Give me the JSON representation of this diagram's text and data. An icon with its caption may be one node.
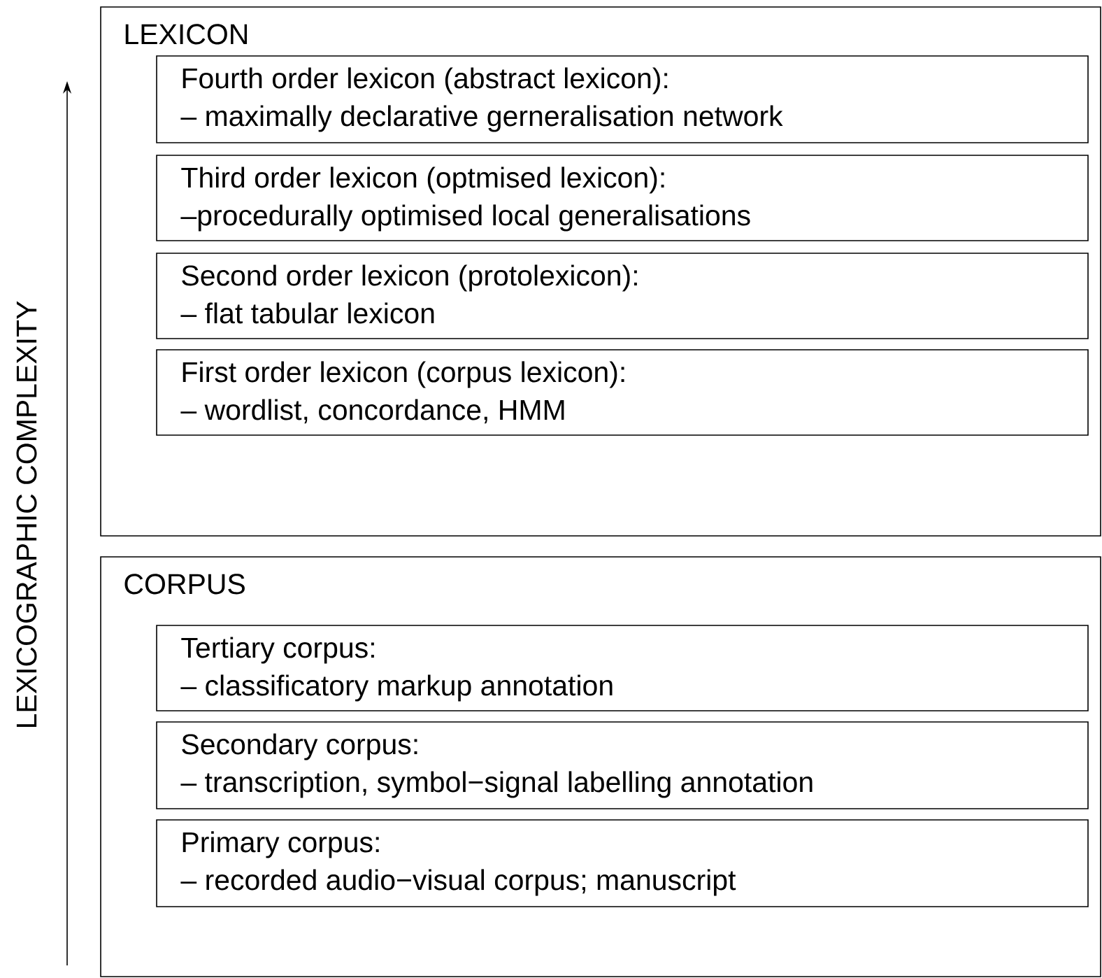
{
  "diagram": {
    "nodes": [
      {
        "text": [
          "LEXICON"
        ]
      },
      {
        "text": [
          "Fourth order lexicon (abstract lexicon):",
          "– maximally declarative gerneralisation network"
        ],
        "in": 0
      },
      {
        "text": [
          "Third order lexicon (optmised lexicon):",
          "–procedurally optimised local generalisations"
        ],
        "in": 0
      },
      {
        "text": [
          "Second order lexicon (protolexicon):",
          "– flat tabular lexicon"
        ],
        "in": 0
      },
      {
        "text": [
          "First order lexicon (corpus lexicon):",
          "– wordlist, concordance, HMM"
        ],
        "in": 0
      },
      {
        "text": [
          "CORPUS"
        ]
      },
      {
        "text": [
          "Tertiary corpus:",
          "– classificatory markup annotation"
        ],
        "in": 5
      },
      {
        "text": [
          "Secondary corpus:",
          "– transcription, symbol−signal labelling annotation"
        ],
        "in": 5
      },
      {
        "text": [
          "Primary corpus:",
          "– recorded audio−visual corpus; manuscript"
        ],
        "in": 5
      }
    ],
    "edges": [],
    "labels": [
      "LEXICOGRAPHIC COMPLEXITY"
    ]
  }
}
